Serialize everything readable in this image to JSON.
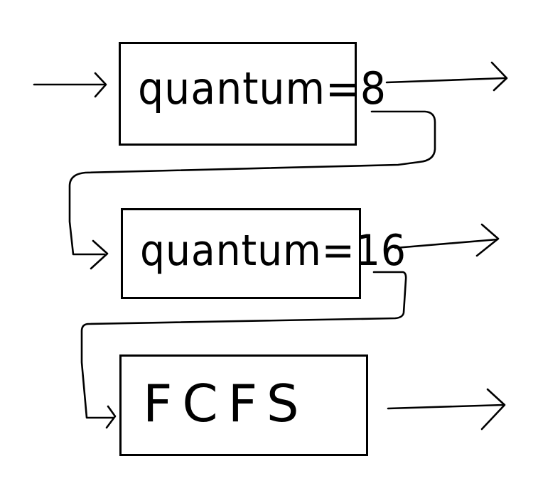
{
  "diagram": {
    "queues": [
      {
        "label": "quantum=8"
      },
      {
        "label": "quantum=16"
      },
      {
        "label": "FCFS"
      }
    ]
  }
}
